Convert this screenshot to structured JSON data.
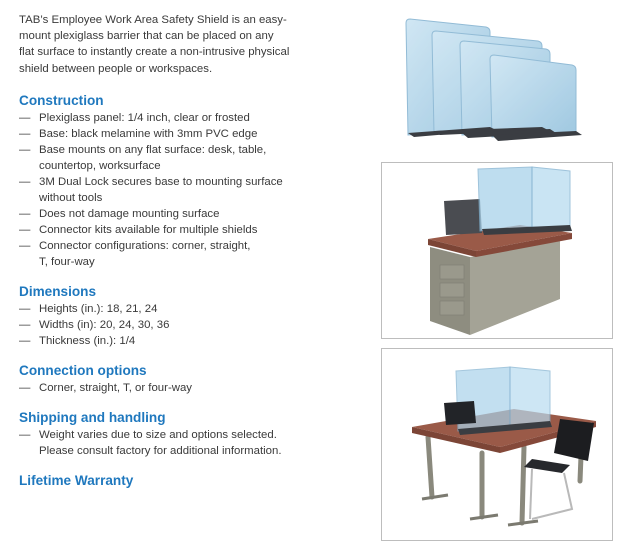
{
  "intro": "TAB’s Employee Work Area Safety Shield is an easy-mount plexiglass barrier that can be placed on any flat surface to instantly create a non-intrusive physical shield between people or workspaces.",
  "intro_lines": [
    "TAB’s Employee Work Area Safety Shield is an easy-",
    "mount plexiglass barrier that can be placed on any",
    "flat surface to instantly create a non-intrusive physical",
    "shield between people or workspaces."
  ],
  "dash": "—",
  "sections": [
    {
      "heading": "Construction",
      "items": [
        [
          "Plexiglass panel: 1/4 inch, clear or frosted"
        ],
        [
          "Base: black melamine with 3mm PVC edge"
        ],
        [
          "Base mounts on any flat surface: desk, table,",
          "countertop, worksurface"
        ],
        [
          "3M Dual Lock secures base to mounting surface",
          "without tools"
        ],
        [
          "Does not damage mounting surface"
        ],
        [
          "Connector kits available for multiple shields"
        ],
        [
          "Connector configurations: corner, straight,",
          "T, four-way"
        ]
      ]
    },
    {
      "heading": "Dimensions",
      "items": [
        [
          "Heights (in.): 18, 21, 24"
        ],
        [
          "Widths (in): 20, 24, 30, 36"
        ],
        [
          "Thickness (in.): 1/4"
        ]
      ]
    },
    {
      "heading": "Connection options",
      "items": [
        [
          "Corner, straight, T, or four-way"
        ]
      ]
    },
    {
      "heading": "Shipping and handling",
      "items": [
        [
          "Weight varies due to size and options selected.",
          "Please consult factory for additional information."
        ]
      ]
    },
    {
      "heading": "Lifetime Warranty",
      "items": []
    }
  ],
  "colors": {
    "heading": "#1f78be",
    "text": "#3a3a3a",
    "glass": "#a9d2ea",
    "desk_top": "#9a5a48",
    "desk_base": "#9b9a8d"
  }
}
